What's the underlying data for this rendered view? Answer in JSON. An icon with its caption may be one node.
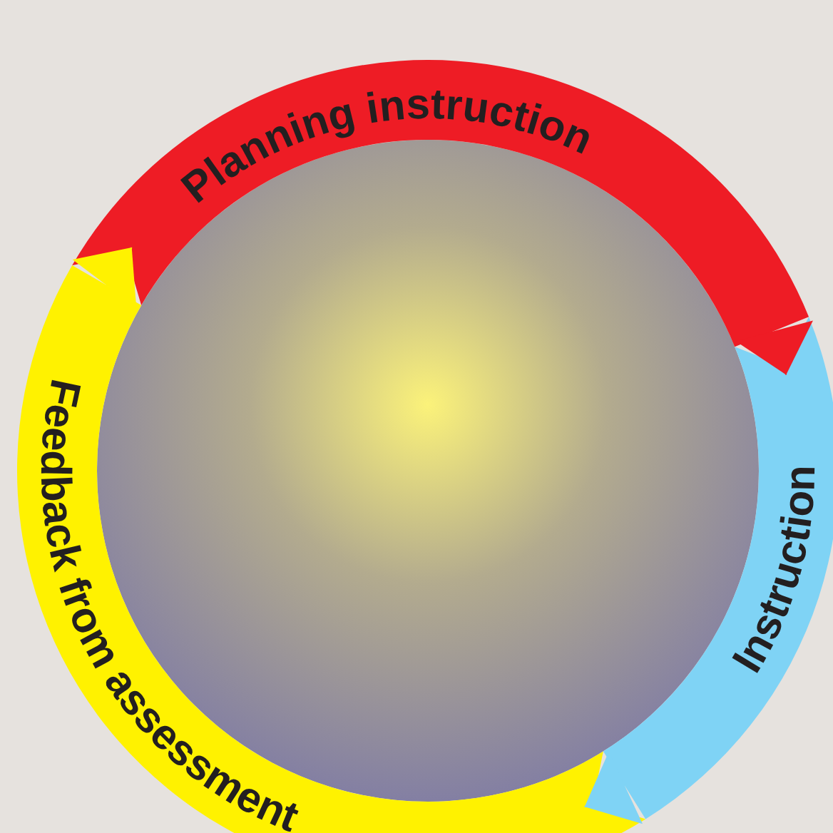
{
  "diagram": {
    "nodes": [
      {
        "text": [
          "Planning instruction"
        ]
      },
      {
        "text": [
          "Instruction"
        ]
      },
      {
        "text": [
          "Feedback from assessment"
        ]
      }
    ],
    "edges": [
      {
        "from": 0,
        "to": 1,
        "arrow": "to",
        "color": "#ee1c25"
      },
      {
        "from": 1,
        "to": 2,
        "arrow": "to",
        "color": "#7fd3f5"
      },
      {
        "from": 2,
        "to": 0,
        "arrow": "to",
        "color": "#fff200"
      }
    ]
  }
}
